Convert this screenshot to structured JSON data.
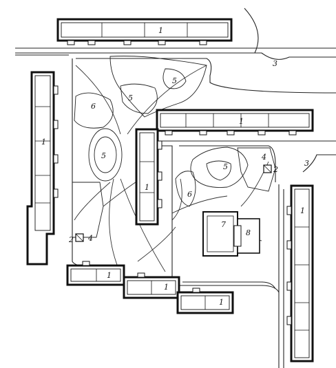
{
  "plan": {
    "legend_numbers": {
      "residential_building": "1",
      "utility_yard": "2",
      "street": "3",
      "sports_ground": "4",
      "green_area": "5",
      "recreation_lawn": "6",
      "school": "7",
      "kindergarten": "8"
    },
    "labels": {
      "building_top": "1",
      "building_left": "1",
      "building_mid_horizontal": "1",
      "building_mid_vertical": "1",
      "building_right": "1",
      "building_bottom_a": "1",
      "building_bottom_b": "1",
      "building_bottom_c": "1",
      "street_top": "3",
      "street_right": "3",
      "green_top": "5",
      "green_top_small": "5",
      "green_center": "5",
      "green_inner": "5",
      "lawn_left": "6",
      "lawn_inner": "6",
      "yard_left": "2",
      "yard_right": "2",
      "sports_left": "4",
      "sports_right": "4",
      "school_block": "7",
      "kindergarten_block": "8"
    },
    "colors": {
      "ink": "#111111",
      "paper": "#ffffff"
    }
  }
}
